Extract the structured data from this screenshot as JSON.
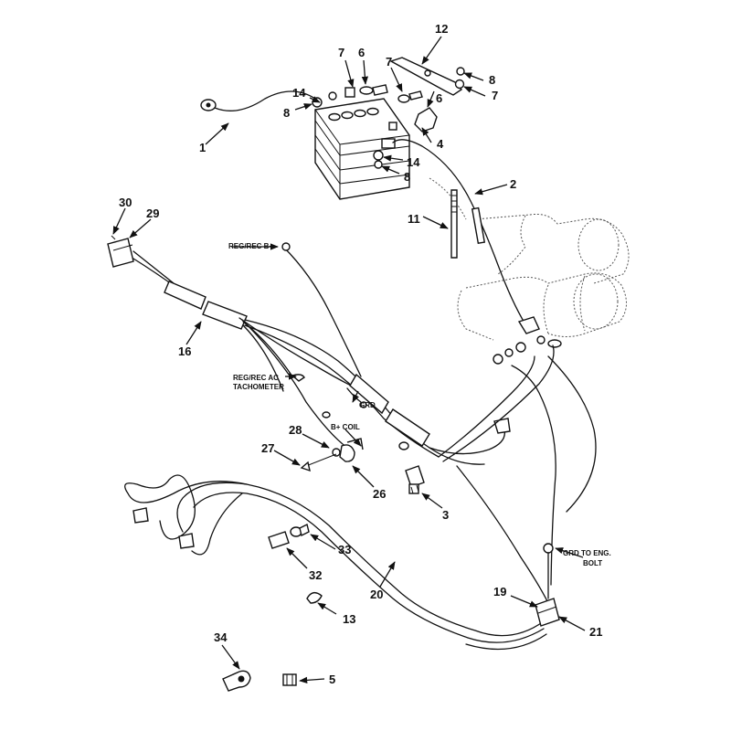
{
  "callouts": {
    "c1": "1",
    "c2": "2",
    "c3": "3",
    "c4": "4",
    "c5": "5",
    "c6a": "6",
    "c6b": "6",
    "c7a": "7",
    "c7b": "7",
    "c7c": "7",
    "c8a": "8",
    "c8b": "8",
    "c8c": "8",
    "c11": "11",
    "c12": "12",
    "c13": "13",
    "c14a": "14",
    "c14b": "14",
    "c16": "16",
    "c19": "19",
    "c20": "20",
    "c21": "21",
    "c26": "26",
    "c27": "27",
    "c28": "28",
    "c29": "29",
    "c30": "30",
    "c32": "32",
    "c33": "33",
    "c34": "34"
  },
  "labels": {
    "reg_rec_b": "REG/REC B+",
    "reg_rec_ac_1": "REG/REC AC",
    "reg_rec_ac_2": "TACHOMETER",
    "grd": "GRD",
    "b_coil": "B+ COIL",
    "grd_eng_1": "GRD TO ENG.",
    "grd_eng_2": "BOLT"
  }
}
